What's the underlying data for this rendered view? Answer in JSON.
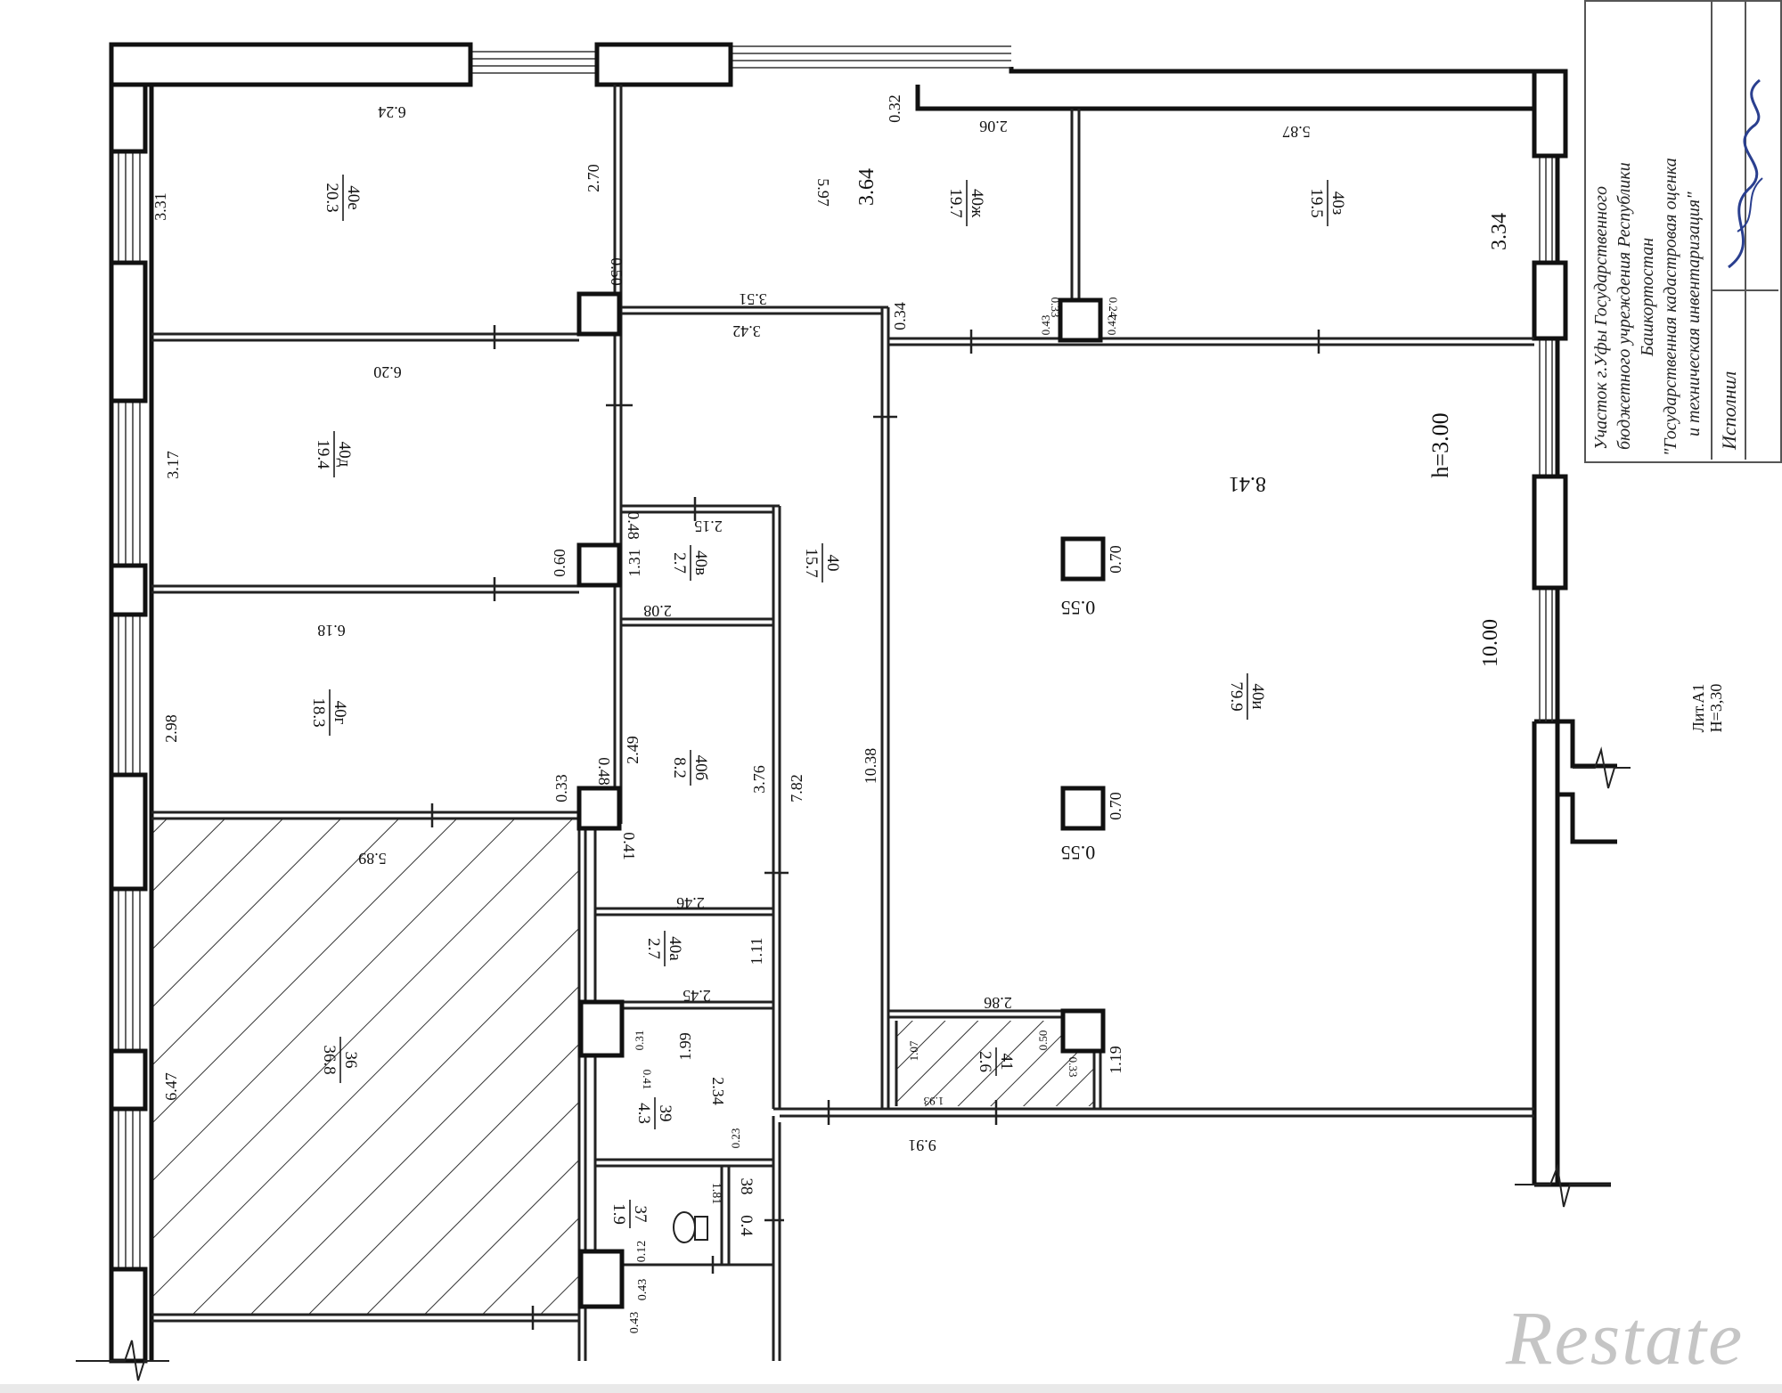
{
  "plan": {
    "height_label": "h=3.00",
    "liter_label": "Лит.А1",
    "liter_height": "H=3,30"
  },
  "stamp": {
    "line1": "Участок г.Уфы Государственного",
    "line2": "бюджетного учреждения Республики",
    "line3": "Башкортостан",
    "line4": "\"Государственная кадастровая оценка",
    "line5": "и техническая инвентаризация\"",
    "executor_label": "Исполнил"
  },
  "rooms": {
    "r40e_num": "40е",
    "r40e_area": "20.3",
    "r40zh_num": "40ж",
    "r40zh_area": "19.7",
    "r40z_num": "40з",
    "r40z_area": "19.5",
    "r40d_num": "40д",
    "r40d_area": "19.4",
    "r40g_num": "40г",
    "r40g_area": "18.3",
    "r40v_num": "40в",
    "r40v_area": "2.7",
    "r40b_num": "40б",
    "r40b_area": "8.2",
    "r40_num": "40",
    "r40_area": "15.7",
    "r40i_num": "40и",
    "r40i_area": "79.9",
    "r40a_num": "40а",
    "r40a_area": "2.7",
    "r36_num": "36",
    "r36_area": "36.8",
    "r39_num": "39",
    "r39_area": "4.3",
    "r37_num": "37",
    "r37_area": "1.9",
    "r38_num": "38",
    "r38_area": "0.4",
    "r41_num": "41",
    "r41_area": "2.6"
  },
  "dims": {
    "d624": "6.24",
    "d331": "3.31",
    "d270": "2.70",
    "d050": "0.50",
    "d032": "0.32",
    "d206": "2.06",
    "d597": "5.97",
    "d364": "3.64",
    "d587": "5.87",
    "d334": "3.34",
    "d351": "3.51",
    "d342": "3.42",
    "d034": "0.34",
    "d620": "6.20",
    "d317": "3.17",
    "d215": "2.15",
    "d048a": "0.48",
    "d060": "0.60",
    "d131": "1.31",
    "d208": "2.08",
    "d841": "8.41",
    "d070a": "0.70",
    "d055a": "0.55",
    "d618": "6.18",
    "d298": "2.98",
    "d249": "2.49",
    "d376": "3.76",
    "d782": "7.82",
    "d1038": "10.38",
    "d1000": "10.00",
    "d070b": "0.70",
    "d055b": "0.55",
    "d033": "0.33",
    "d048b": "0.48",
    "d041": "0.41",
    "d589": "5.89",
    "d246": "2.46",
    "d111": "1.11",
    "d245": "2.45",
    "d286": "2.86",
    "d647": "6.47",
    "d199": "1.99",
    "d234": "2.34",
    "d991": "9.91",
    "d119": "1.19",
    "d043": "0.43",
    "d012": "0.12",
    "d181": "1.81",
    "d024": "0.24",
    "d042": "0.42",
    "d043b": "0.43",
    "d033b": "0.33",
    "d107": "1.07",
    "d193": "1.93",
    "d050b": "0.50",
    "d041b": "0.41",
    "d023": "0.23",
    "d031": "0.31"
  },
  "watermark": "Restate"
}
